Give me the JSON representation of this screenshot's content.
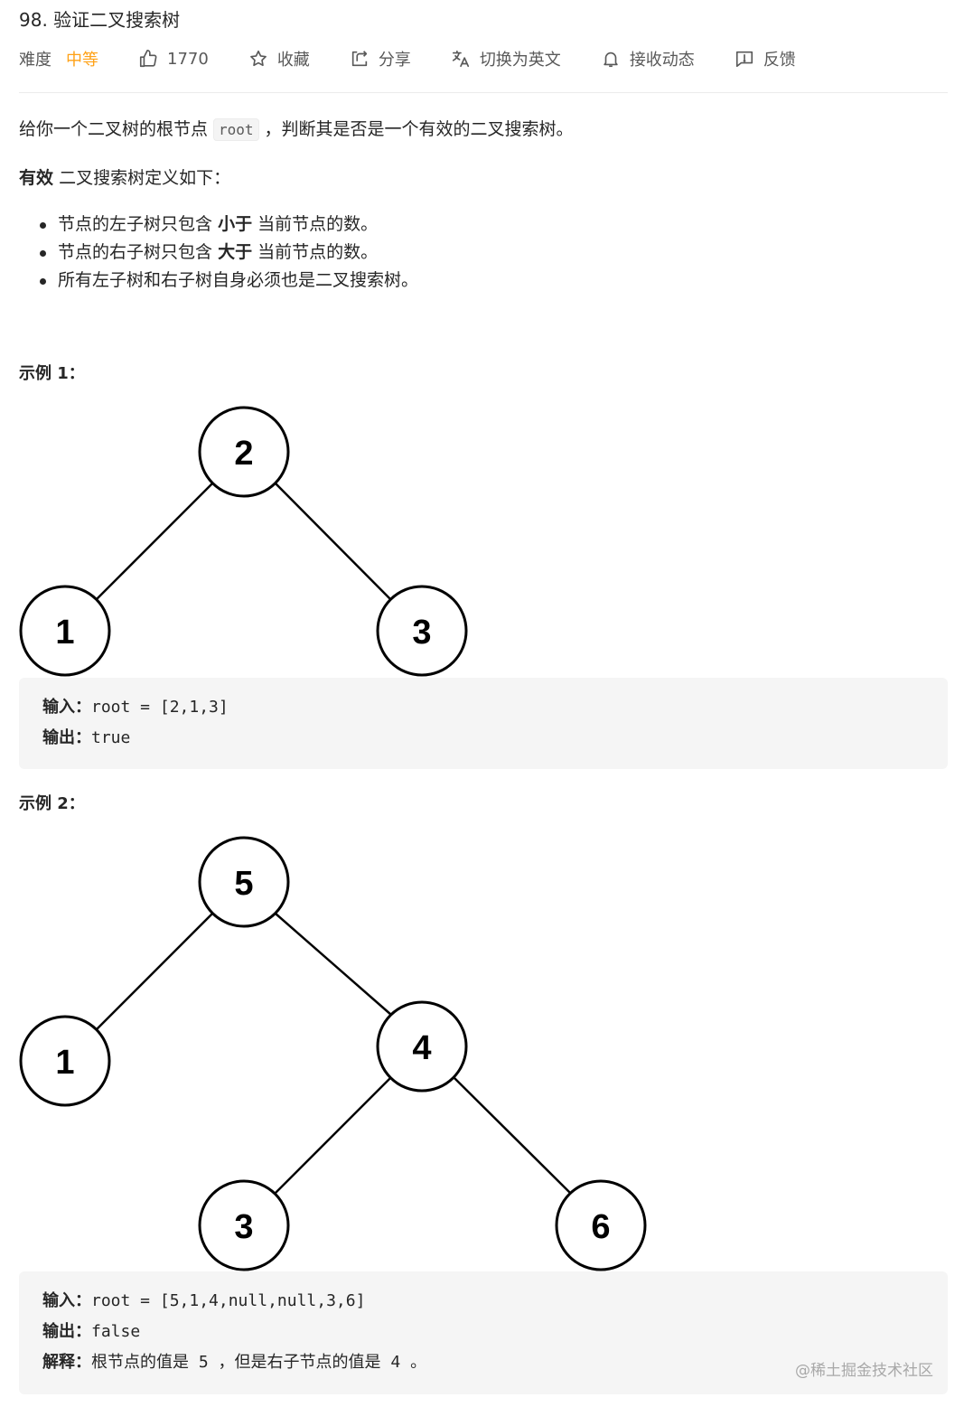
{
  "problem": {
    "title": "98. 验证二叉搜索树",
    "difficulty_label": "难度",
    "difficulty": "中等",
    "likes": "1770",
    "favorite": "收藏",
    "share": "分享",
    "switch_lang": "切换为英文",
    "subscribe": "接收动态",
    "feedback": "反馈"
  },
  "description": {
    "intro_before": "给你一个二叉树的根节点",
    "intro_code": "root",
    "intro_after": "，判断其是否是一个有效的二叉搜索树。",
    "def_bold": "有效",
    "def_rest": "二叉搜索树定义如下：",
    "rule1_a": "节点的左子树只包含",
    "rule1_b": "小于",
    "rule1_c": "当前节点的数。",
    "rule2_a": "节点的右子树只包含",
    "rule2_b": "大于",
    "rule2_c": "当前节点的数。",
    "rule3": "所有左子树和右子树自身必须也是二叉搜索树。"
  },
  "examples": [
    {
      "heading": "示例 1：",
      "nodes": [
        "2",
        "1",
        "3"
      ],
      "input_label": "输入：",
      "input": "root = [2,1,3]",
      "output_label": "输出：",
      "output": "true"
    },
    {
      "heading": "示例 2：",
      "nodes": [
        "5",
        "1",
        "4",
        "3",
        "6"
      ],
      "input_label": "输入：",
      "input": "root = [5,1,4,null,null,3,6]",
      "output_label": "输出：",
      "output": "false",
      "explain_label": "解释：",
      "explain_a": "根节点的值是",
      "explain_v1": "5",
      "explain_b": "，但是右子节点的值是",
      "explain_v2": "4",
      "explain_c": "。"
    }
  ],
  "watermark": "@稀土掘金技术社区",
  "icons": [
    "thumbs-up-icon",
    "star-icon",
    "share-icon",
    "translate-icon",
    "bell-icon",
    "feedback-icon"
  ],
  "colors": {
    "accent": "#ffa116",
    "text": "#262626",
    "muted": "#595959",
    "code_bg": "#f5f5f5"
  }
}
